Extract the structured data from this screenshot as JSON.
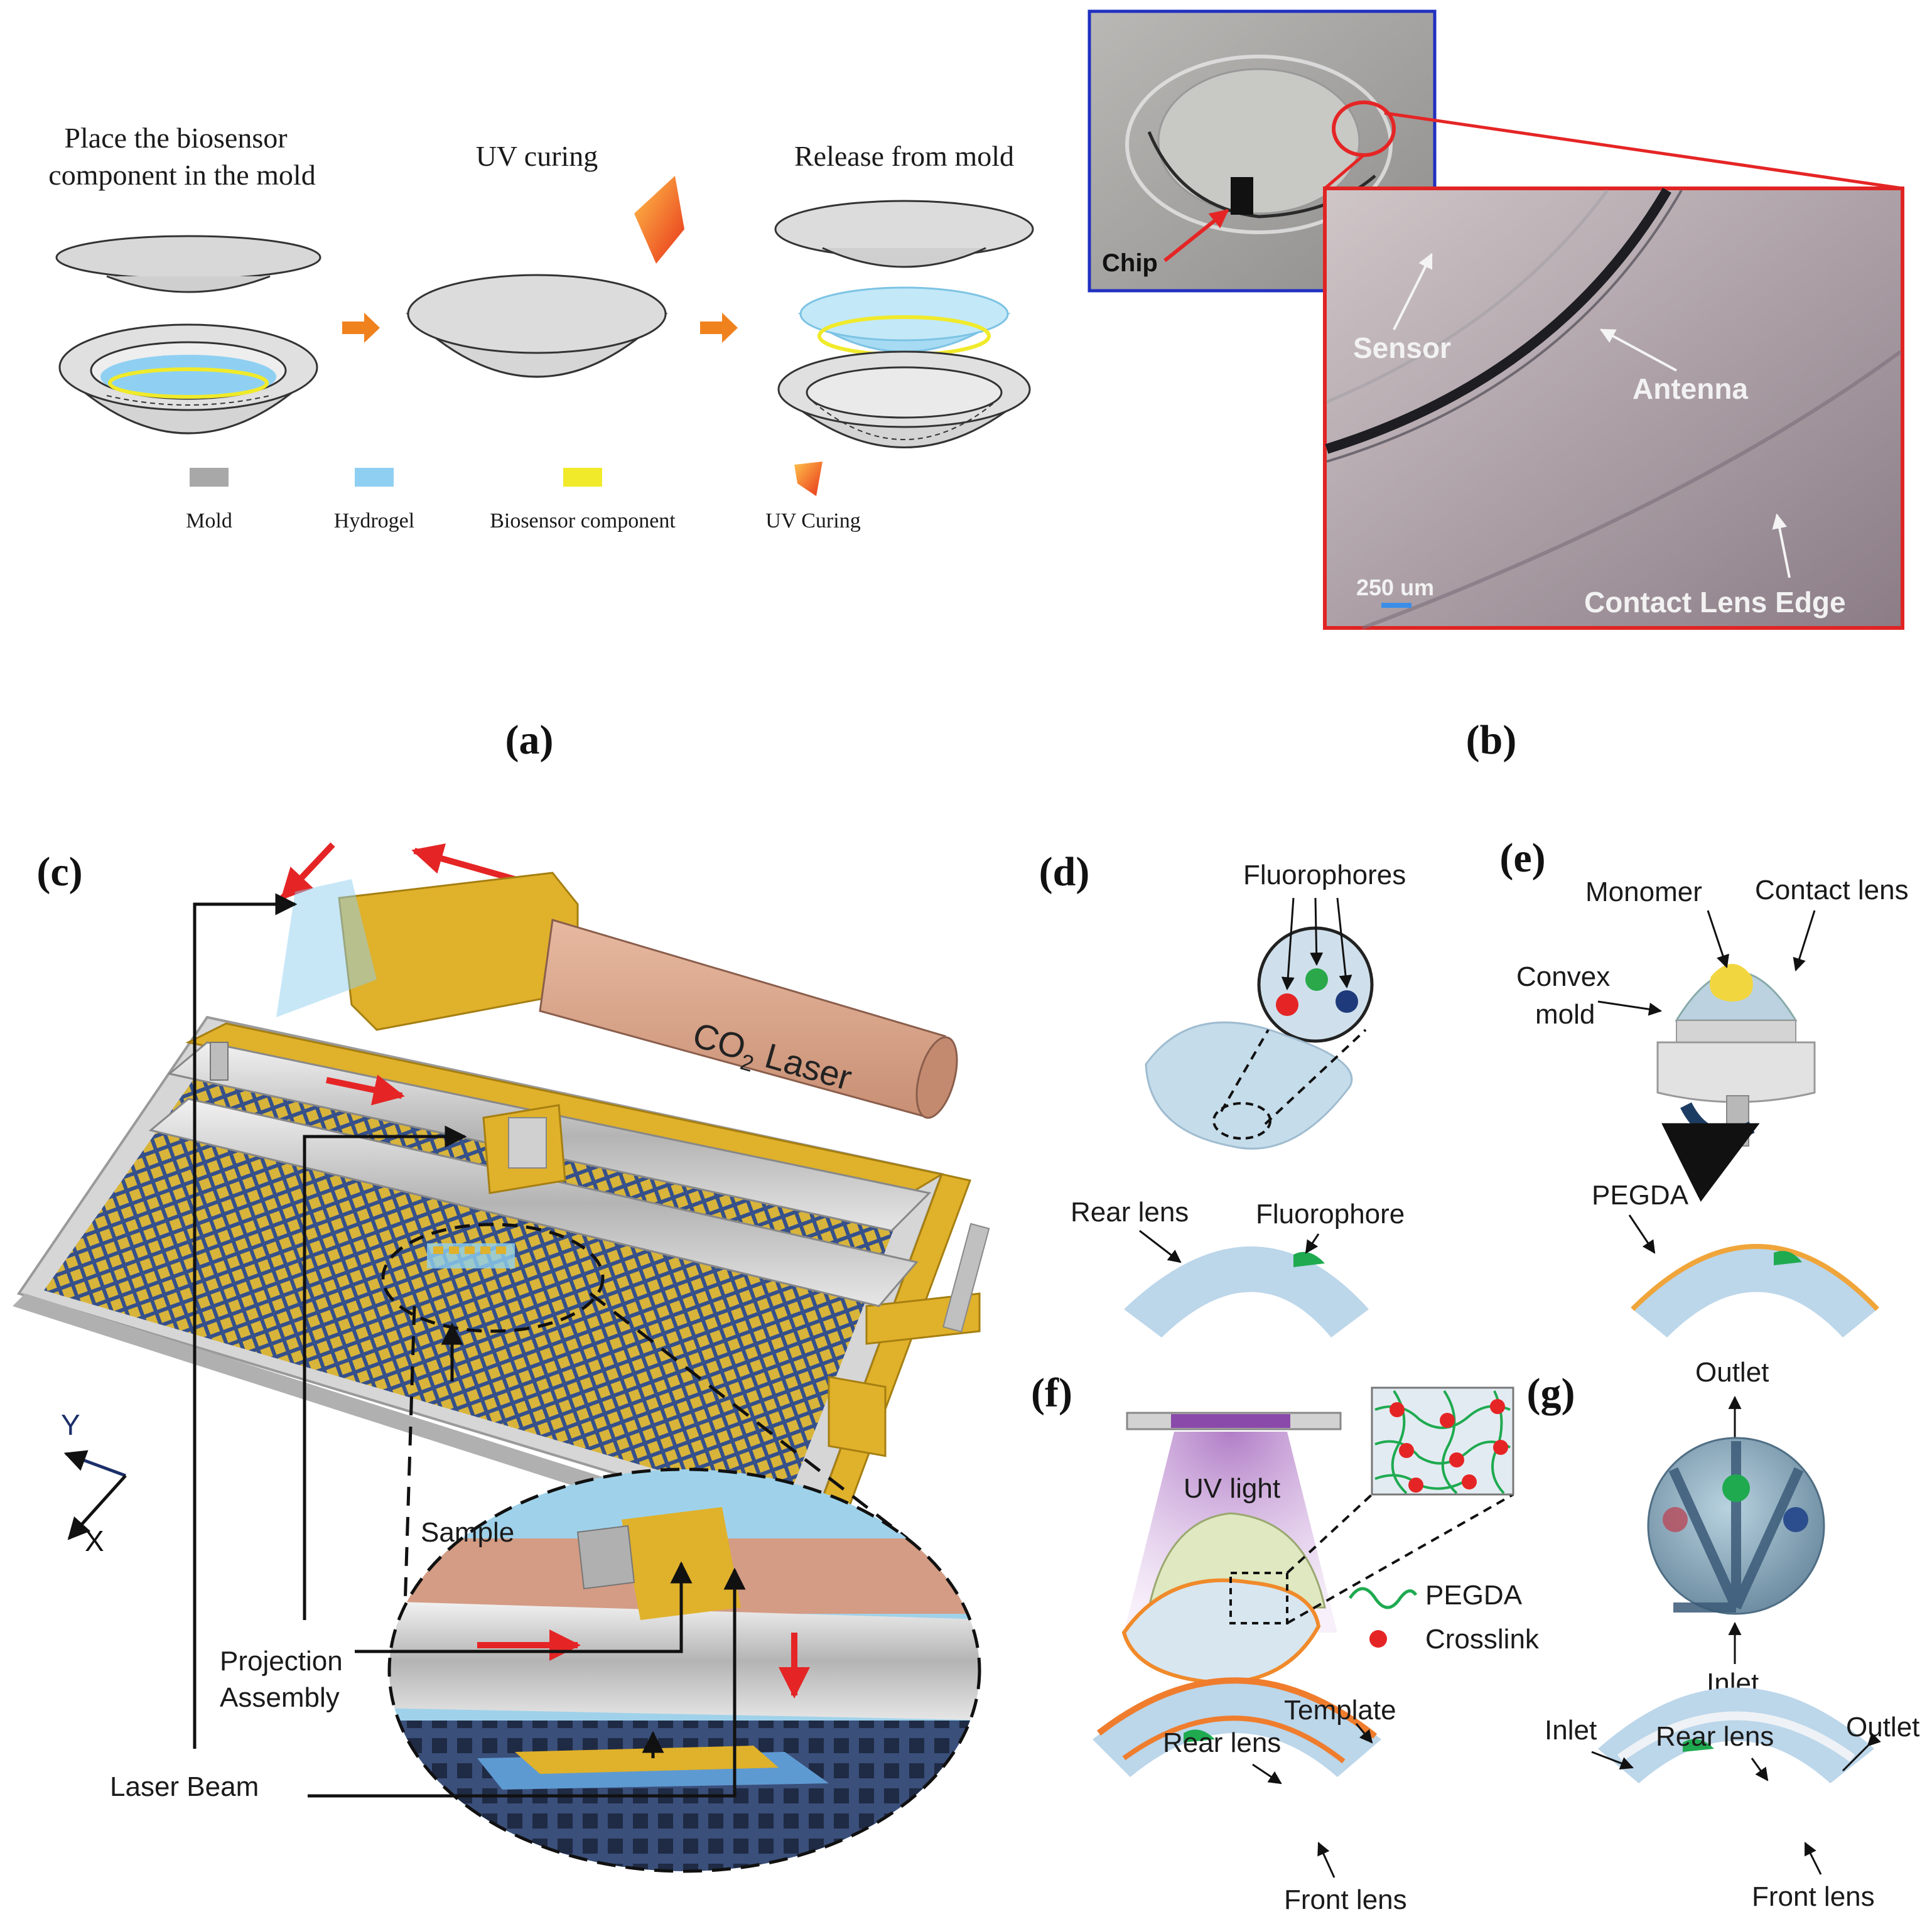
{
  "panels": {
    "a": {
      "caption": "(a)",
      "step1_line1": "Place  the  biosensor",
      "step1_line2": "component in the mold",
      "step2": "UV curing",
      "step3": "Release from mold",
      "legend": {
        "mold": "Mold",
        "hydrogel": "Hydrogel",
        "biosensor": "Biosensor component",
        "uv": "UV Curing"
      }
    },
    "b": {
      "caption": "(b)",
      "chip": "Chip",
      "sensor": "Sensor",
      "antenna": "Antenna",
      "scale": "250 um",
      "edge": "Contact Lens Edge"
    },
    "c": {
      "caption": "(c)",
      "laser": "CO",
      "laser_sub": "2",
      "laser_rest": " Laser",
      "axis_y": "Y",
      "axis_x": "X",
      "sample": "Sample",
      "projection1": "Projection",
      "projection2": "Assembly",
      "beam": "Laser Beam"
    },
    "d": {
      "caption": "(d)",
      "fluorophores": "Fluorophores",
      "rear_lens": "Rear lens",
      "fluorophore": "Fluorophore"
    },
    "e": {
      "caption": "(e)",
      "monomer": "Monomer",
      "contact_lens": "Contact lens",
      "convex1": "Convex",
      "convex2": "mold",
      "pegda": "PEGDA"
    },
    "f": {
      "caption": "(f)",
      "uv_light": "UV light",
      "pegda": "PEGDA",
      "crosslink": "Crosslink",
      "template": "Template",
      "rear_lens": "Rear lens",
      "front_lens": "Front lens"
    },
    "g": {
      "caption": "(g)",
      "outlet_top": "Outlet",
      "inlet_bottom": "Inlet",
      "inlet": "Inlet",
      "rear_lens": "Rear lens",
      "outlet": "Outlet",
      "front_lens": "Front lens"
    }
  },
  "colors": {
    "laser_frame": "#e0b12a",
    "rail": "#c8c8c8",
    "laser_tube": "#d8a48c",
    "mesh": "#3c5a8c",
    "hydrogel": "#8fd0f2",
    "biosensor": "#f0ea2a",
    "uv": "#f08a1a",
    "lens": "#b9d4ea",
    "red_border": "#e02424",
    "blue_border": "#2030c0"
  }
}
